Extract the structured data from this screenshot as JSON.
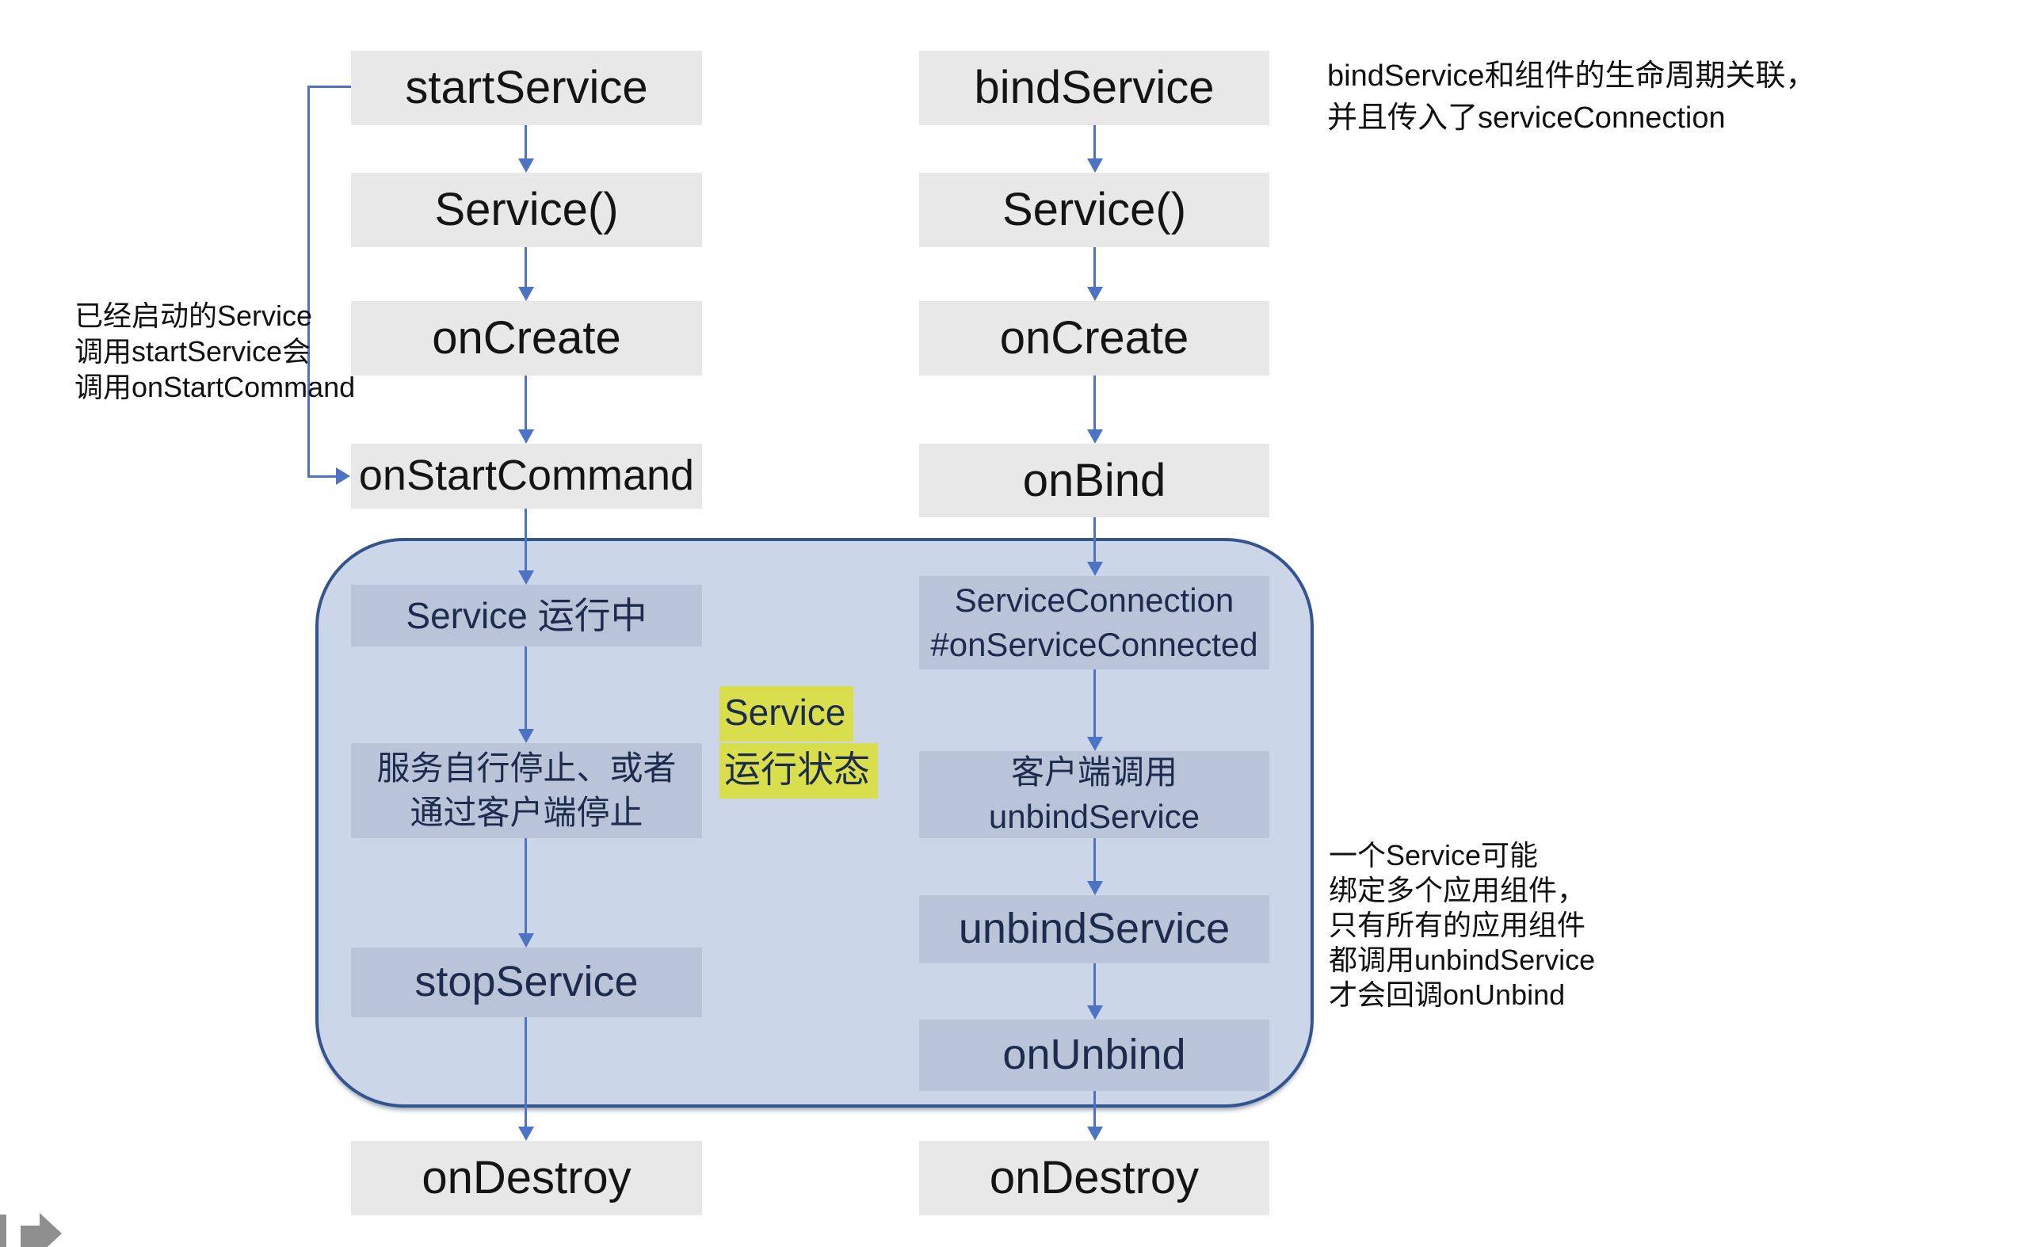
{
  "colors": {
    "background": "#ffffff",
    "box_gray": "#e8e8e8",
    "box_inner_blue": "#b9c4d8",
    "state_region_fill": "#ccd6e9",
    "state_region_border": "#33548c",
    "arrow_blue": "#4d74c4",
    "highlight_yellow": "#d9df4c",
    "dark_navy_text": "#1d2b4c",
    "icon_gray": "#8f8f8f"
  },
  "flows": {
    "left": {
      "start_service": "startService",
      "service_ctor": "Service()",
      "on_create": "onCreate",
      "on_start_command": "onStartCommand",
      "service_running": "Service 运行中",
      "stop_line1": "服务自行停止、或者",
      "stop_line2": "通过客户端停止",
      "stop_service": "stopService",
      "on_destroy": "onDestroy"
    },
    "right": {
      "bind_service": "bindService",
      "service_ctor": "Service()",
      "on_create": "onCreate",
      "on_bind": "onBind",
      "conn_line1": "ServiceConnection",
      "conn_line2": "#onServiceConnected",
      "client_line1": "客户端调用",
      "client_line2": "unbindService",
      "unbind_service": "unbindService",
      "on_unbind": "onUnbind",
      "on_destroy": "onDestroy"
    }
  },
  "state_label": {
    "line1": "Service",
    "line2": "运行状态"
  },
  "notes": {
    "bind": {
      "lines": [
        "bindService和组件的生命周期关联，",
        "并且传入了serviceConnection"
      ]
    },
    "restart": {
      "lines": [
        "已经启动的Service",
        "调用startService会",
        "调用onStartCommand"
      ]
    },
    "unbind": {
      "lines": [
        "一个Service可能",
        "绑定多个应用组件，",
        "只有所有的应用组件",
        "都调用unbindService",
        "才会回调onUnbind"
      ]
    }
  },
  "icons": {
    "bottom_left": "thick-right-arrow-icon"
  }
}
